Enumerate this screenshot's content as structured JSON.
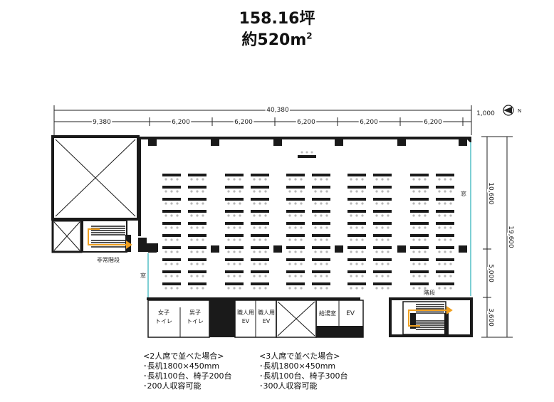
{
  "header": {
    "area_tsubo": "158.16坪",
    "area_m2_prefix": "約520m",
    "area_m2_sup": "2"
  },
  "dimensions": {
    "total_width": "40,380",
    "spans": [
      "9,380",
      "6,200",
      "6,200",
      "6,200",
      "6,200",
      "6,200"
    ],
    "right_offset": "1,000",
    "right_outer": "19,600",
    "right_inner": [
      "10,600",
      "5,000",
      "3,600"
    ]
  },
  "labels": {
    "window": "窓",
    "emergency_stairs": "非常階段",
    "stairs": "階段",
    "womens_toilet_line1": "女子",
    "womens_toilet_line2": "トイレ",
    "mens_toilet_line1": "男子",
    "mens_toilet_line2": "トイレ",
    "freight_ev_line1": "職人用",
    "freight_ev_line2": "EV",
    "pantry": "給湯室",
    "ev": "EV"
  },
  "notes": {
    "two_person": {
      "heading": "<2人席で並べた場合>",
      "lines": [
        "･長机1800×450mm",
        "･長机100台、椅子200台",
        "･200人収容可能"
      ]
    },
    "three_person": {
      "heading": "<3人席で並べた場合>",
      "lines": [
        "･長机1800×450mm",
        "･長机100台、椅子300台",
        "･300人収容可能"
      ]
    }
  },
  "colors": {
    "wall": "#1a1a1a",
    "window": "#7ecfd4",
    "stair_arrow": "#f0a020",
    "table": "#1a1a1a",
    "chair": "#b8b8b8"
  }
}
